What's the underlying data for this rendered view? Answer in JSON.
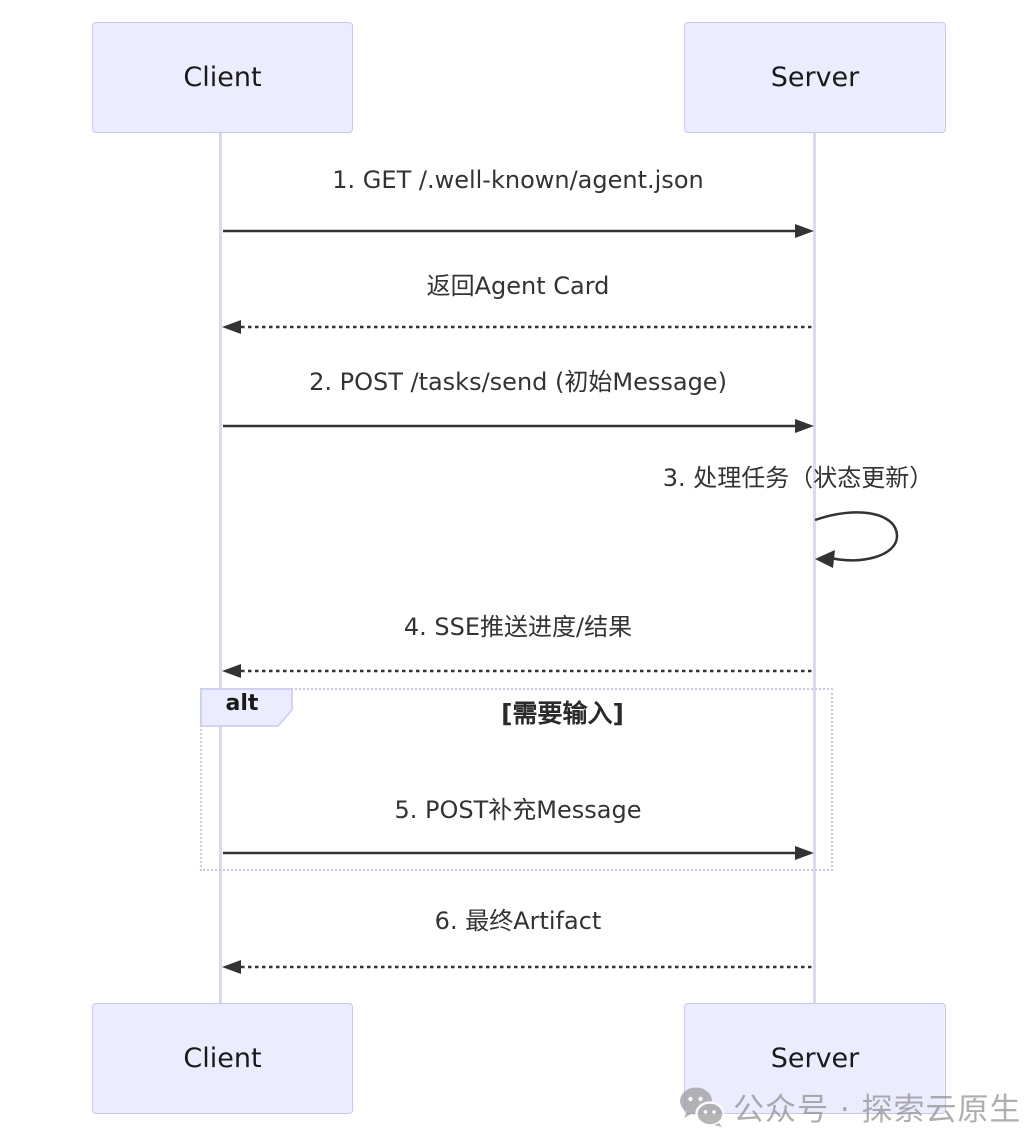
{
  "diagram_type": "sequence",
  "actors": {
    "client": "Client",
    "server": "Server"
  },
  "messages": [
    {
      "text": "1. GET /.well-known/agent.json",
      "from": "Client",
      "to": "Server",
      "style": "solid"
    },
    {
      "text": "返回Agent Card",
      "from": "Server",
      "to": "Client",
      "style": "dashed"
    },
    {
      "text": "2. POST /tasks/send (初始Message)",
      "from": "Client",
      "to": "Server",
      "style": "solid"
    },
    {
      "text": "3. 处理任务（状态更新）",
      "from": "Server",
      "to": "Server",
      "style": "self-loop"
    },
    {
      "text": "4. SSE推送进度/结果",
      "from": "Server",
      "to": "Client",
      "style": "dashed"
    },
    {
      "text": "5. POST补充Message",
      "from": "Client",
      "to": "Server",
      "style": "solid",
      "inside_alt": true
    },
    {
      "text": "6. 最终Artifact",
      "from": "Server",
      "to": "Client",
      "style": "dashed"
    }
  ],
  "alt_block": {
    "label": "alt",
    "condition": "[需要输入]"
  },
  "watermark": {
    "icon": "wechat-chat-bubbles-icon",
    "text": "公众号 · 探索云原生"
  },
  "colors": {
    "actor_fill": "#ECECFF",
    "actor_border": "#C9C9F0",
    "lifeline": "#D9D9F4",
    "arrow_and_text": "#333333",
    "alt_frame_border": "#C8C8EE",
    "watermark_gray": "#8F8F8F",
    "background": "#FFFFFF"
  }
}
